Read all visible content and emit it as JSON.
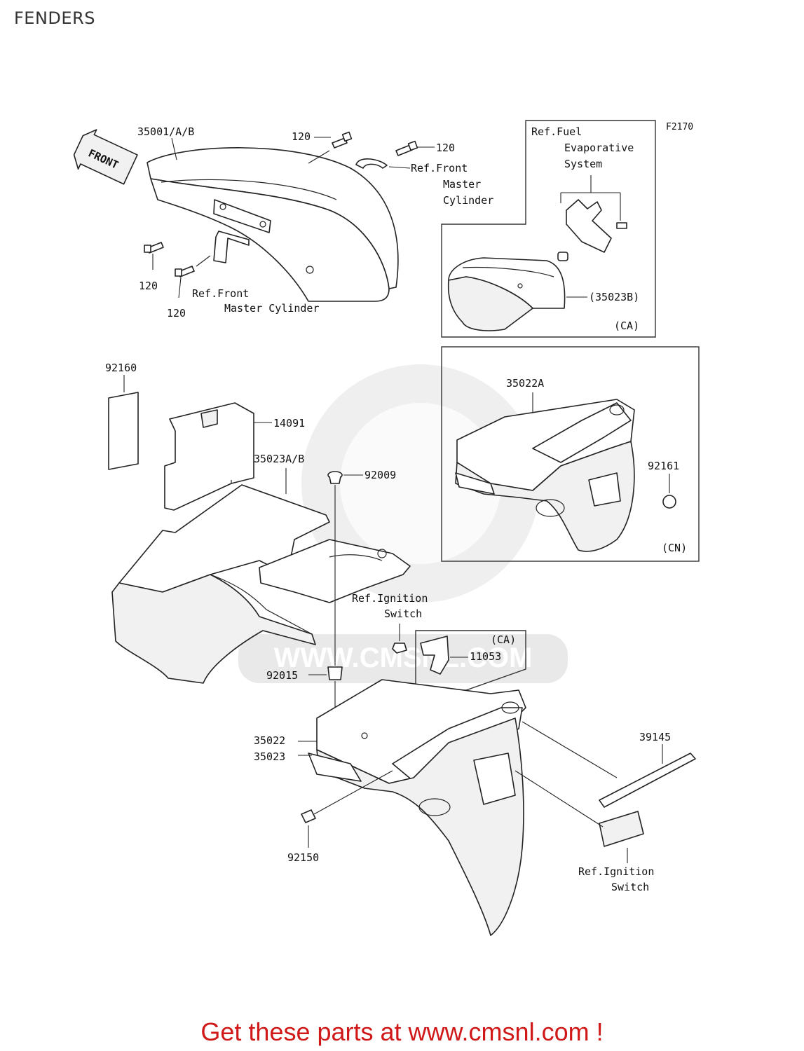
{
  "page": {
    "title": "FENDERS"
  },
  "figure": {
    "code": "F2170",
    "direction_arrow": "FRONT",
    "callouts": {
      "front_fender": "35001/A/B",
      "bolt_top_left": "120",
      "bolt_top_right": "120",
      "bolt_mid_left": "120",
      "bolt_low_left": "120",
      "ref_front_master_cyl_top": [
        "Ref.Front",
        "Master",
        "Cylinder"
      ],
      "ref_front_master_cyl_bottom": [
        "Ref.Front",
        "Master Cylinder"
      ],
      "ref_fuel_evap": [
        "Ref.Fuel",
        "Evaporative",
        "System"
      ],
      "bracket_35023b": "(35023B)",
      "ca_top": "(CA)",
      "sticker": "92160",
      "battery_cover": "14091",
      "rear_inner_fender": "35023A/B",
      "grommet_92009": "92009",
      "grommet_92015": "92015",
      "rear_fender_cn": "35022A",
      "cap_92161": "92161",
      "cn": "(CN)",
      "ref_ignition_switch_top": [
        "Ref.Ignition",
        "Switch"
      ],
      "ca_mid": "(CA)",
      "bracket_11053": "11053",
      "rear_fender_a": "35022",
      "rear_fender_b": "35023",
      "bolt_92150": "92150",
      "trim_39145": "39145",
      "ref_ignition_switch_bottom": [
        "Ref.Ignition",
        "Switch"
      ]
    },
    "watermark": "WWW.CMSNL.COM"
  },
  "footer": {
    "cta": "Get these parts at www.cmsnl.com !"
  },
  "colors": {
    "cta": "#d01818",
    "line": "#222222",
    "watermark": "#e2e2e2"
  }
}
